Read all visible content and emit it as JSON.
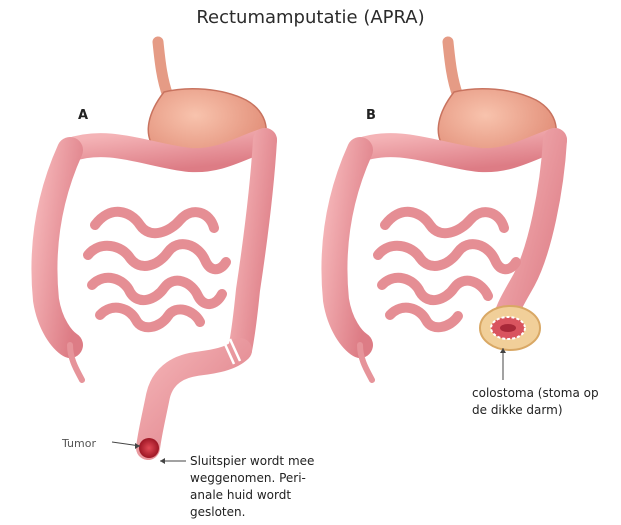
{
  "title": "Rectumamputatie (APRA)",
  "panels": [
    {
      "label": "A"
    },
    {
      "label": "B"
    }
  ],
  "annotations": {
    "tumor": "Tumor",
    "sphincter_lines": [
      "Sluitspier wordt mee",
      "weggenomen. Peri-",
      "anale huid wordt",
      "gesloten."
    ],
    "colostoma_lines": [
      "colostoma (stoma op",
      "de dikke darm)"
    ]
  },
  "colors": {
    "intestine": "#e98f95",
    "intestine_dark": "#c9636d",
    "stomach": "#f0a88e",
    "tumor": "#b51d2d",
    "stoma_ring": "#e9b97c"
  }
}
